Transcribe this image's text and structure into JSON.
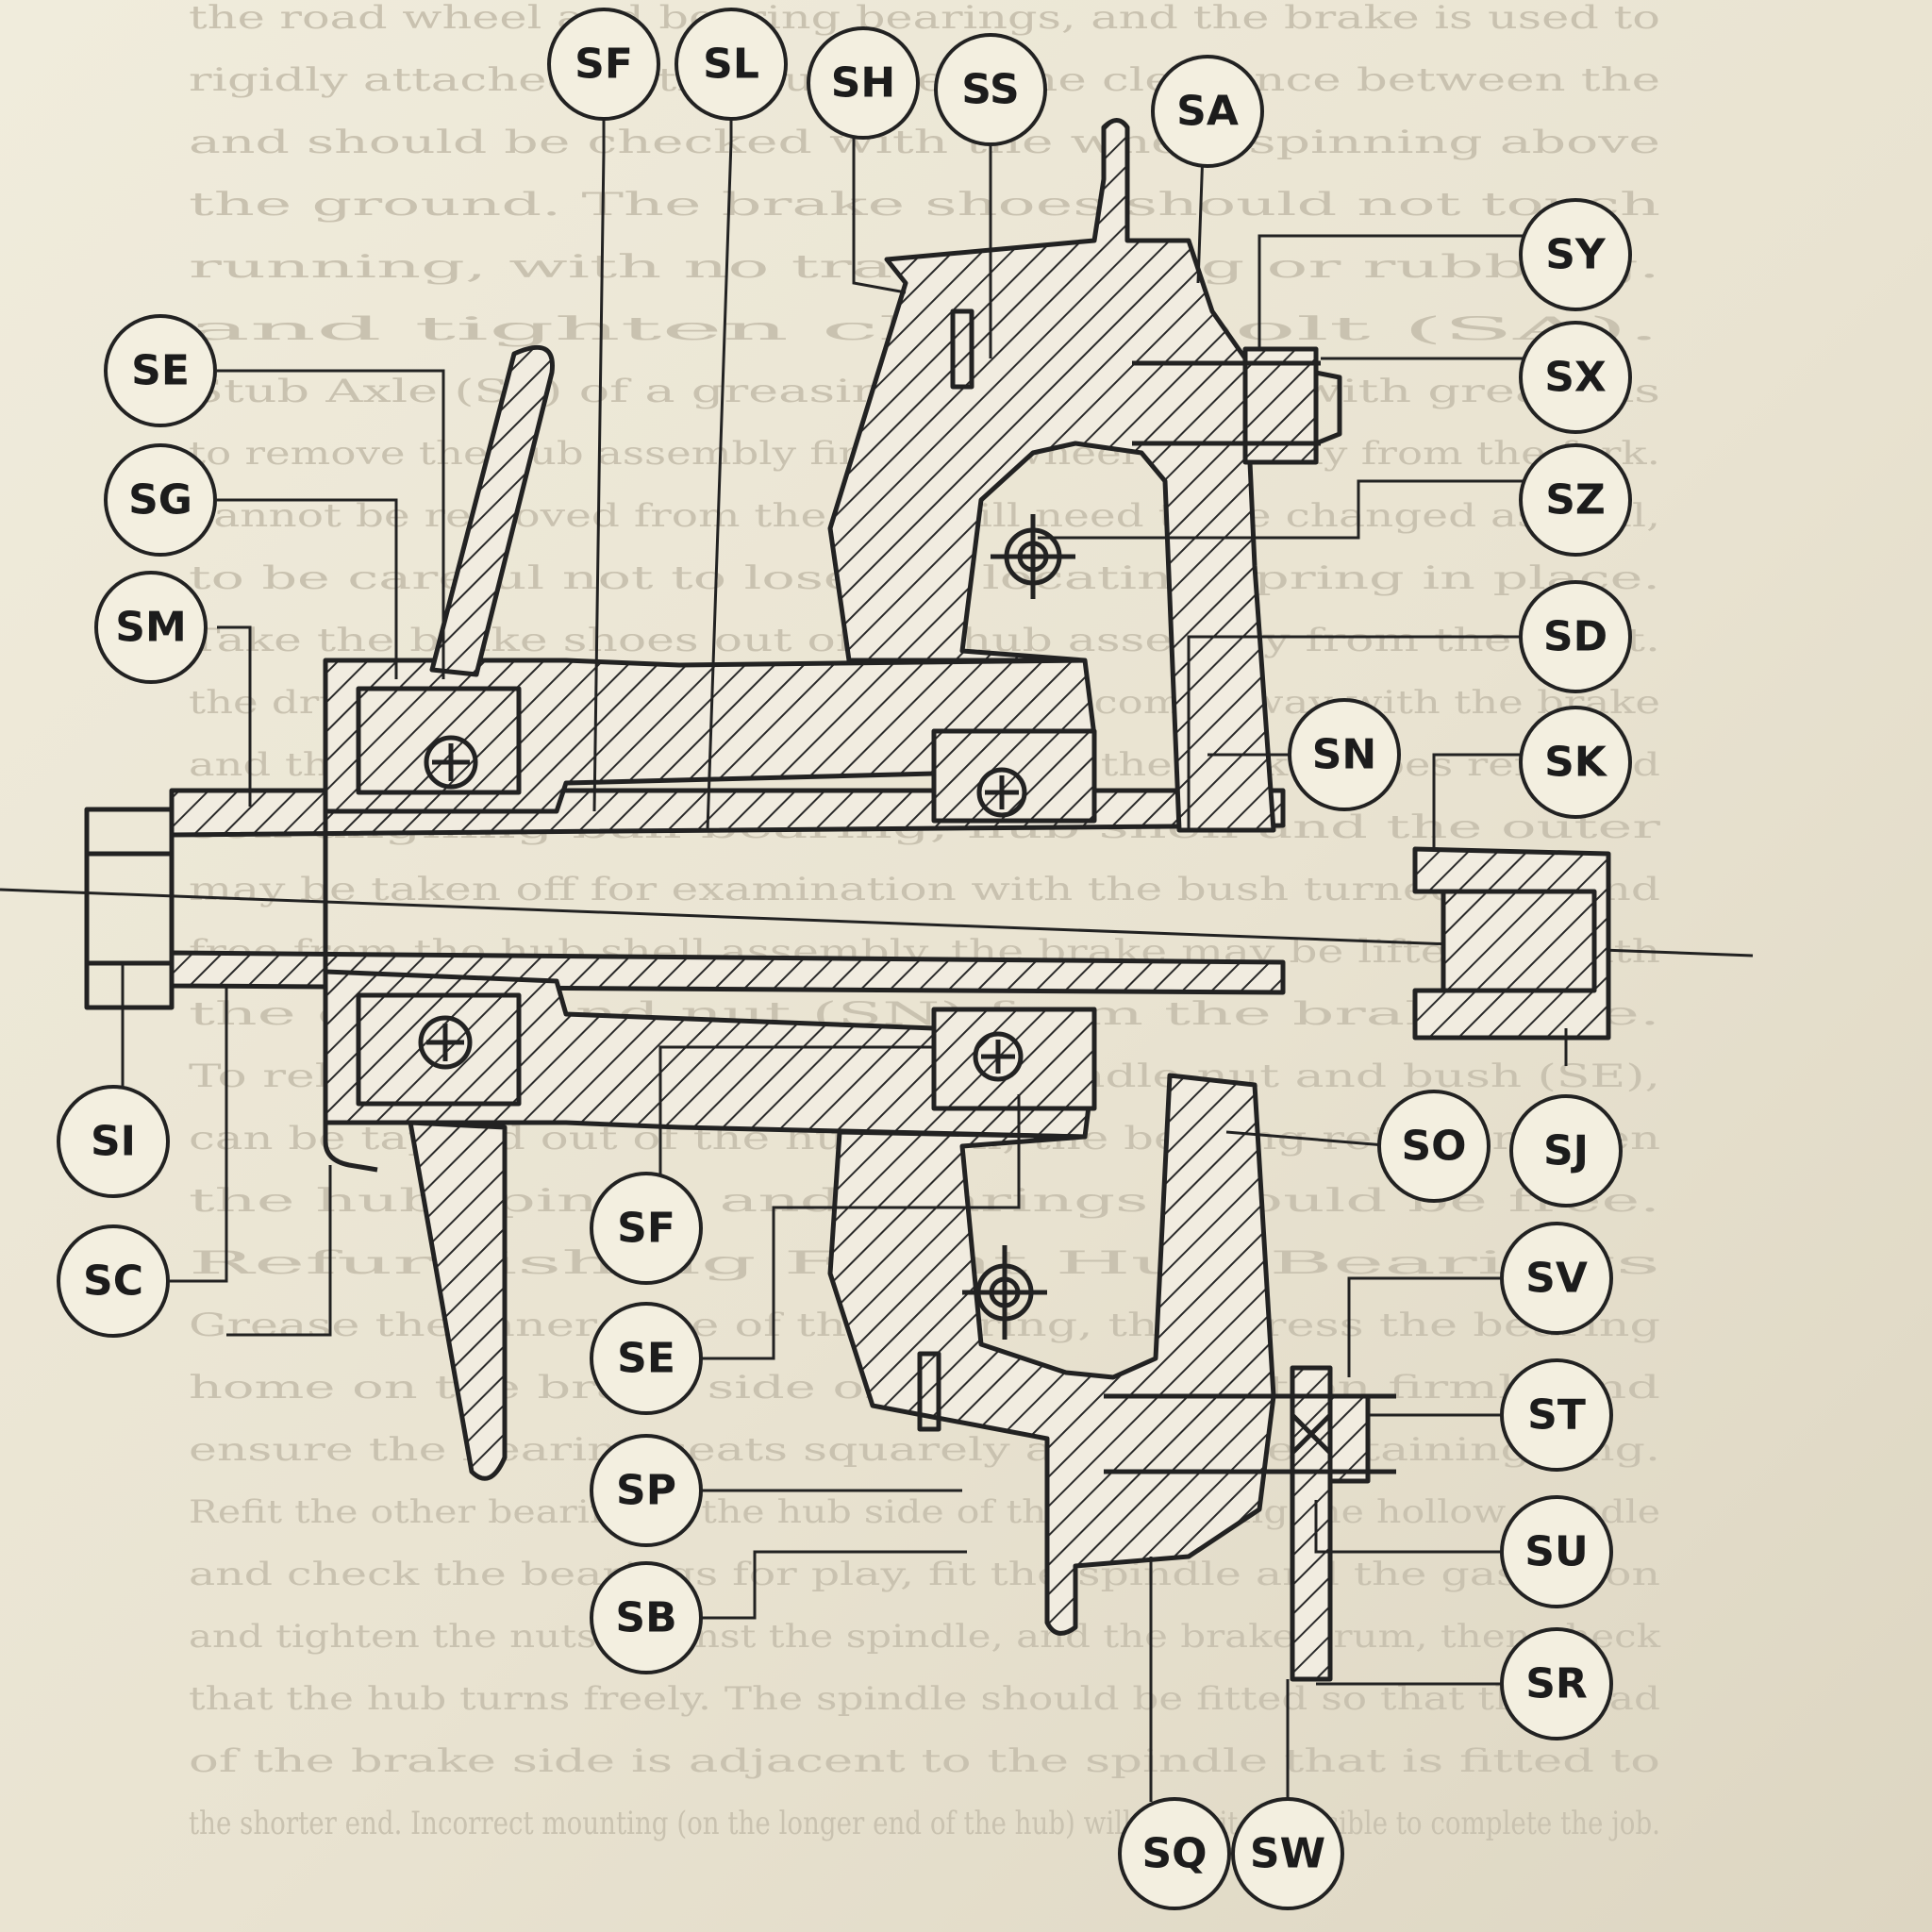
{
  "background_text_lines": [
    "the road wheel and bearing bearings, and the brake is used to",
    "rigidly attached to the hub shell, the clearance between the",
    "and should be checked with the wheel spinning above",
    "the ground. The brake shoes should not touch",
    "running, with no trace of drag or rubbing.",
    "and tighten clamp bolt (SA).",
    "Stub Axle (SL) of a greasing for repacking with grease is",
    "to remove the hub assembly first, the wheel assembly from the fork.",
    "cannot be removed from the hub will need to be changed as well,",
    "to be careful not to lose the locating spring in place.",
    "Take the brake shoes out of the hub assembly from the front.",
    "the drum, clamping strips and cables will come away with the brake",
    "and the bearings should be checked and the brake shoes removed",
    "self-aligning ball bearing, hub shell and the outer",
    "may be taken off for examination with the bush turned and end",
    "free from the hub shell assembly, the brake may be lifted off with",
    "the drum, and nut (SN) from the brake side.",
    "To release the bearings, remove spindle nut and bush (SE),",
    "can be tapped out of the hub shell, the bearing retainers then",
    "the hub spindle and bearings should be free.",
    "Refurbishing Front Hub Bearings",
    "Grease the inner race of the bearing, then press the bearing",
    "home on the brake side of the hub. Tap it on firmly and",
    "ensure the bearing seats squarely against the retaining ring.",
    "Refit the other bearing in the hub side of the hub, using the hollow spindle",
    "and check the bearings for play, fit the spindle and the gasket on",
    "and tighten the nuts against the spindle, and the brake drum, then check",
    "that the hub turns freely. The spindle should be fitted so that the head",
    "of the brake side is adjacent to the spindle that is fitted to",
    "the shorter end. Incorrect mounting (on the longer end of the hub) will make it impossible to complete the job."
  ],
  "callouts": [
    {
      "id": "top-sf",
      "label": "SF"
    },
    {
      "id": "top-sl",
      "label": "SL"
    },
    {
      "id": "top-sh",
      "label": "SH"
    },
    {
      "id": "top-ss",
      "label": "SS"
    },
    {
      "id": "top-sa",
      "label": "SA"
    },
    {
      "id": "right-sy",
      "label": "SY"
    },
    {
      "id": "right-sx",
      "label": "SX"
    },
    {
      "id": "right-sz",
      "label": "SZ"
    },
    {
      "id": "right-sd",
      "label": "SD"
    },
    {
      "id": "mid-sn",
      "label": "SN"
    },
    {
      "id": "right-sk",
      "label": "SK"
    },
    {
      "id": "mid-so",
      "label": "SO"
    },
    {
      "id": "right-sj",
      "label": "SJ"
    },
    {
      "id": "right-sv",
      "label": "SV"
    },
    {
      "id": "right-st",
      "label": "ST"
    },
    {
      "id": "right-su",
      "label": "SU"
    },
    {
      "id": "right-sr",
      "label": "SR"
    },
    {
      "id": "bottom-sq",
      "label": "SQ"
    },
    {
      "id": "bottom-sw",
      "label": "SW"
    },
    {
      "id": "left-se",
      "label": "SE"
    },
    {
      "id": "left-sg",
      "label": "SG"
    },
    {
      "id": "left-sm",
      "label": "SM"
    },
    {
      "id": "left-si",
      "label": "SI"
    },
    {
      "id": "left-sc",
      "label": "SC"
    },
    {
      "id": "mid-sf",
      "label": "SF"
    },
    {
      "id": "mid-se",
      "label": "SE"
    },
    {
      "id": "mid-sp",
      "label": "SP"
    },
    {
      "id": "mid-sb",
      "label": "SB"
    }
  ],
  "colors": {
    "paper": "#ece7d6",
    "ink": "#222222",
    "ghost_text": "#c9c2b0"
  }
}
